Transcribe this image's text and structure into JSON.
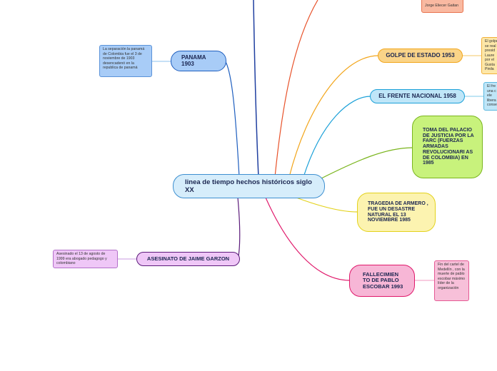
{
  "central": {
    "title": "linea de tiempo hechos históricos siglo XX"
  },
  "topics": {
    "panama": {
      "label": "PANAMA 1903",
      "note": "La separación la panamá de Colombia fue el 3 de noviembre de 1903 desencadenó en la republica de panamá",
      "color": "#1f5fbf"
    },
    "golpe": {
      "label": "GOLPE DE ESTADO 1953",
      "note": "El golpe se real presid Laure por el Gusta Pinila",
      "color": "#f2a51a"
    },
    "frente": {
      "label": "EL FRENTE NACIONAL 1958",
      "note": "El fre una c y ele libera conse",
      "color": "#1aa0d8"
    },
    "toma": {
      "label": "TOMA DEL PALACIO DE JUSTICIA POR LA FARC (FUERZAS ARMADAS REVOLUCIONARI AS DE COLOMBIA) EN 1985",
      "color": "#7ab51d"
    },
    "armero": {
      "label": "TRAGEDIA DE ARMERO , FUE UN DESASTRE NATURAL EL 13 NOVIEMBRE 1985",
      "color": "#e3d21c"
    },
    "escobar": {
      "label": "FALLECIMIEN TO DE PABLO ESCOBAR 1993",
      "note": "Fin del cartel de Medellín , con la muerte de pablo escobar máximo líder de la organización",
      "color": "#e0196b"
    },
    "garzon": {
      "label": "ASESINATO DE JAIME GARZON",
      "note": "Asesinado el 13 de agosto de 1999 era abogado pedagogo y colombiano",
      "color": "#5b1a7a"
    },
    "top_note": {
      "note": "Jorge Eliecer Gaitan",
      "color": "#e8522a"
    }
  }
}
